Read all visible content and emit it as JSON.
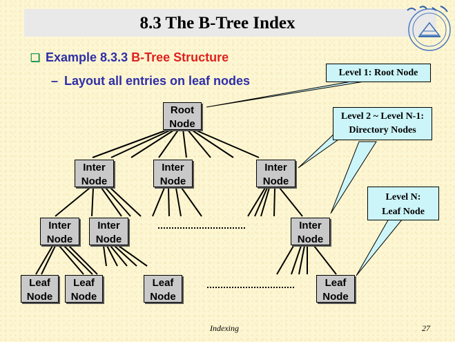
{
  "slide": {
    "title": "8.3  The B-Tree Index",
    "example_label": "Example 8.3.3 ",
    "example_title": "B-Tree Structure",
    "subpoint_dash": "–",
    "subpoint": "Layout all entries on leaf nodes",
    "bullet_icon": "hollow-square-bullet",
    "footer_left": "Indexing",
    "footer_right": "27"
  },
  "tree": {
    "root": [
      "Root",
      "Node"
    ],
    "inter": [
      "Inter",
      "Node"
    ],
    "leaf": [
      "Leaf",
      "Node"
    ]
  },
  "callouts": {
    "level1": "Level 1: Root Node",
    "level2_a": "Level 2 ~ Level N-1:",
    "level2_b": "Directory Nodes",
    "levelN_a": "Level N:",
    "levelN_b": "Leaf Node"
  },
  "colors": {
    "background": "#fdf6d2",
    "title_bar": "#e9e9e9",
    "node_fill": "#c9c9c9",
    "callout_fill": "#ccf5f9",
    "blue_text": "#2e2ea8",
    "red_text": "#e0211e",
    "bullet": "#2a9a5a"
  }
}
